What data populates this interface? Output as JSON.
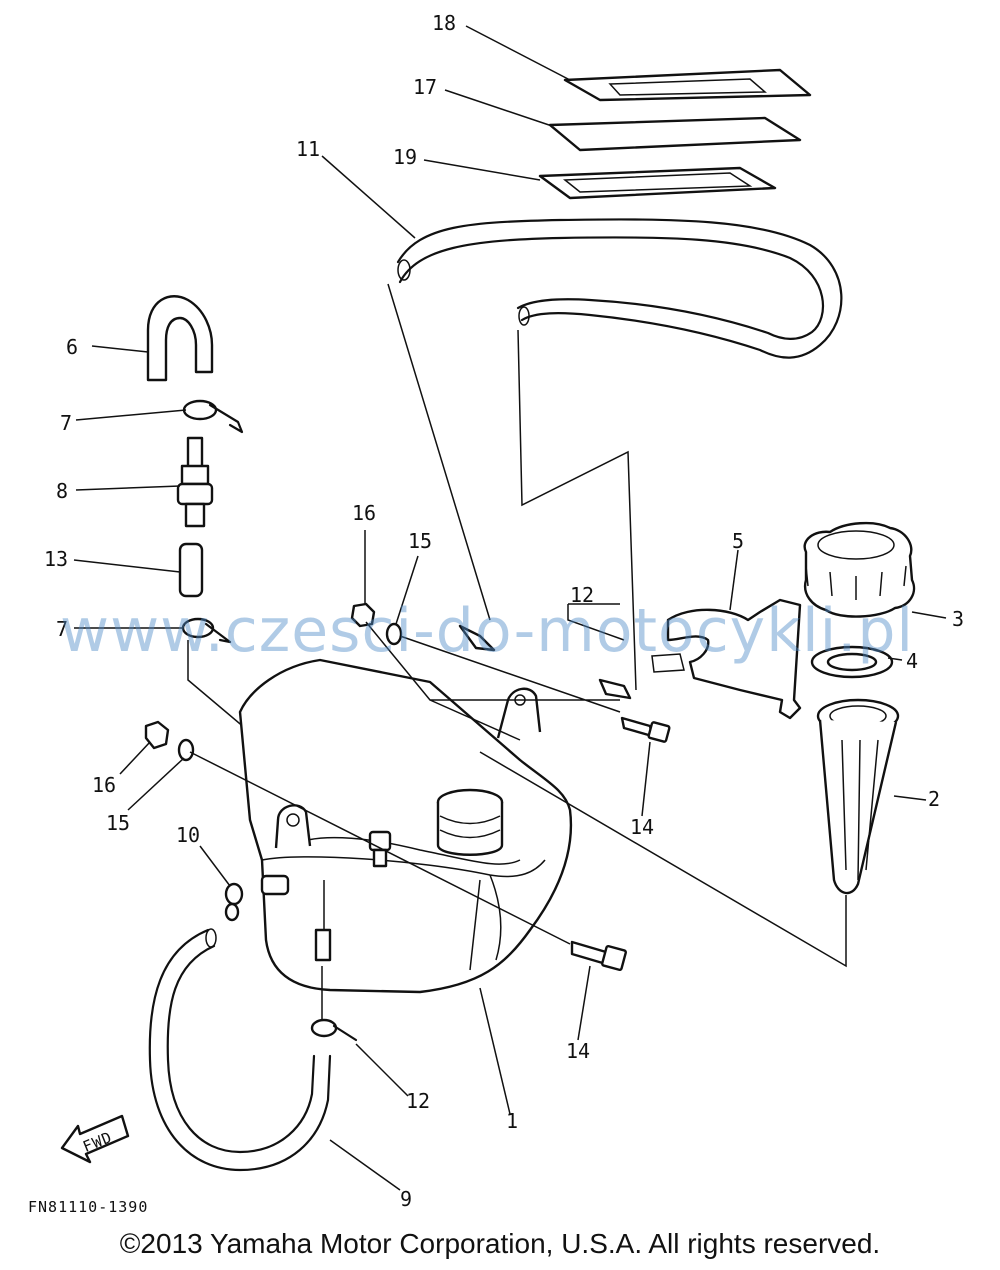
{
  "callouts": {
    "c1": "1",
    "c2": "2",
    "c3": "3",
    "c4": "4",
    "c5": "5",
    "c6": "6",
    "c7a": "7",
    "c7b": "7",
    "c8": "8",
    "c9": "9",
    "c10": "10",
    "c11": "11",
    "c12a": "12",
    "c12b": "12",
    "c13": "13",
    "c14a": "14",
    "c14b": "14",
    "c15a": "15",
    "c15b": "15",
    "c16a": "16",
    "c16b": "16",
    "c17": "17",
    "c18": "18",
    "c19": "19"
  },
  "fwd_label": "FWD",
  "figure_code": "FN81110-1390",
  "watermark": "www.czesci-do-motocykli.pl",
  "copyright": "©2013 Yamaha Motor Corporation, U.S.A. All rights reserved."
}
